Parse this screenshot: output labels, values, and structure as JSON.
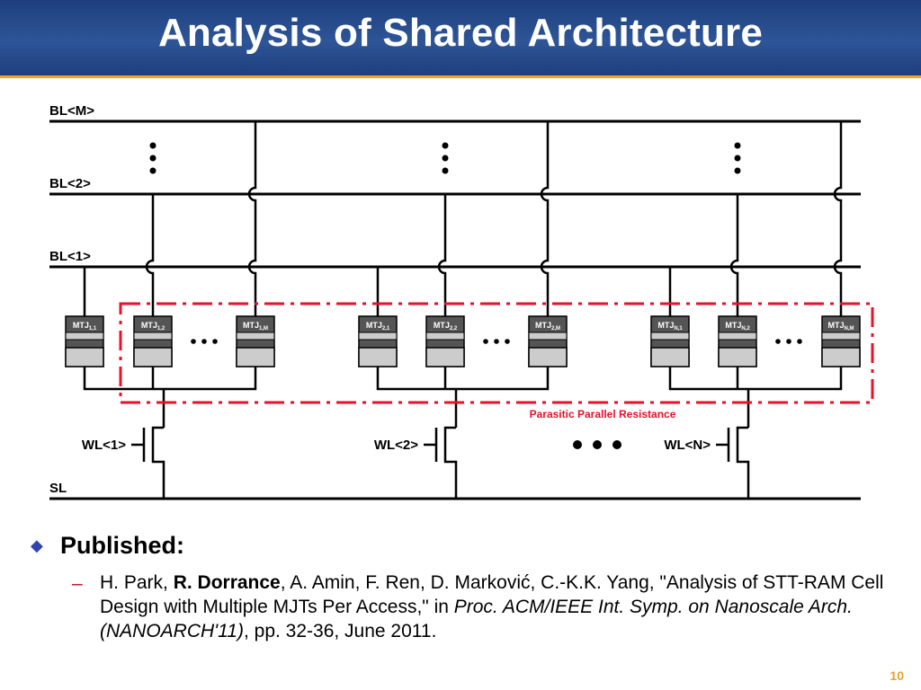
{
  "title": "Analysis of Shared Architecture",
  "diagram": {
    "bitlines": [
      "BL<M>",
      "BL<2>",
      "BL<1>"
    ],
    "source_line": "SL",
    "wordlines": [
      "WL<1>",
      "WL<2>",
      "WL<N>"
    ],
    "mtj_groups": [
      [
        "MTJ1,1",
        "MTJ1,2",
        "MTJ1,M"
      ],
      [
        "MTJ2,1",
        "MTJ2,2",
        "MTJ2,M"
      ],
      [
        "MTJN,1",
        "MTJN,2",
        "MTJN,M"
      ]
    ],
    "parasitic_label": "Parasitic Parallel Resistance",
    "colors": {
      "mtj_dark": "#555555",
      "mtj_light": "#cccccc",
      "parasitic": "#e8102a"
    }
  },
  "published": {
    "heading": "Published:",
    "dash": "–",
    "authors_pre": "H. Park, ",
    "author_bold": "R. Dorrance",
    "authors_post": ", A. Amin, F. Ren, D. Marković, C.-K.K. Yang, \"Analysis of STT-RAM Cell Design with Multiple MJTs Per Access,\" in ",
    "venue": "Proc. ACM/IEEE Int. Symp. on Nanoscale Arch. (NANOARCH'11)",
    "tail": ", pp. 32-36, June 2011."
  },
  "page_number": "10",
  "colors": {
    "title_bg": "#1d3f7e",
    "accent": "#f0a51e",
    "bullet": "#3344b0",
    "dash": "#c0102a",
    "page_number": "#e8a32a"
  }
}
